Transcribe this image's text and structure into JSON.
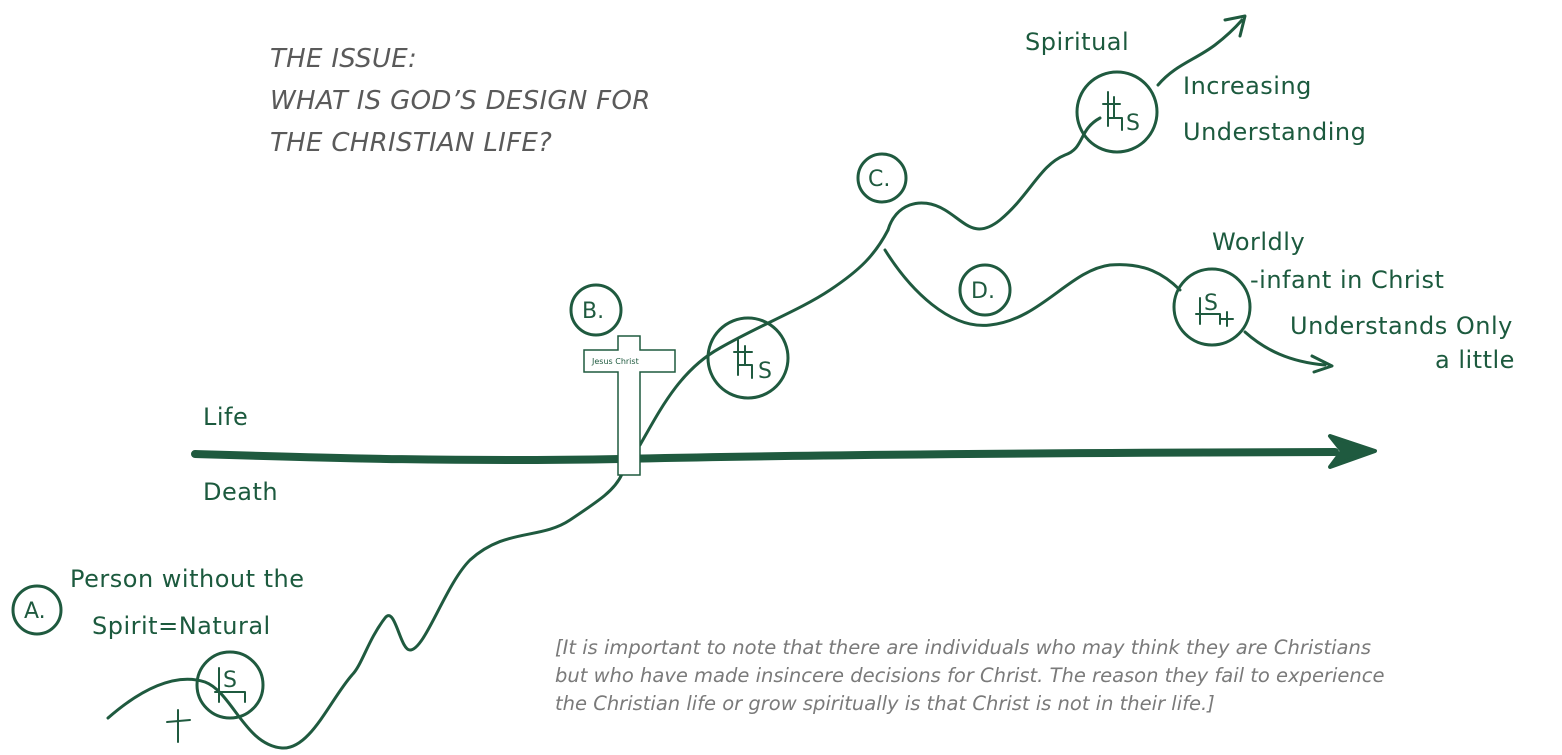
{
  "title": {
    "line1": "THE ISSUE:",
    "line2": "WHAT IS GOD’S DESIGN FOR",
    "line3": "THE CHRISTIAN LIFE?"
  },
  "labels": {
    "life": "Life",
    "death": "Death",
    "a": "A.",
    "b": "B.",
    "c": "C.",
    "d": "D.",
    "a_text1": "Person without the",
    "a_text2": "Spirit=Natural",
    "spiritual": "Spiritual",
    "increasing": "Increasing",
    "understanding": "Understanding",
    "worldly": "Worldly",
    "infant": "-infant in Christ",
    "understands_only": "Understands Only",
    "a_little": "a little",
    "cross_text": "Jesus Christ"
  },
  "note": {
    "line1": "[It is important to note that there are individuals who may think they are Christians",
    "line2": "but who have made insincere decisions for Christ. The reason they fail to experience",
    "line3": "the Christian life or grow spiritually is that Christ is not in their life.]"
  },
  "colors": {
    "ink": "#1f5a3f",
    "title": "#5a5a5a",
    "note": "#7a7a7a"
  }
}
